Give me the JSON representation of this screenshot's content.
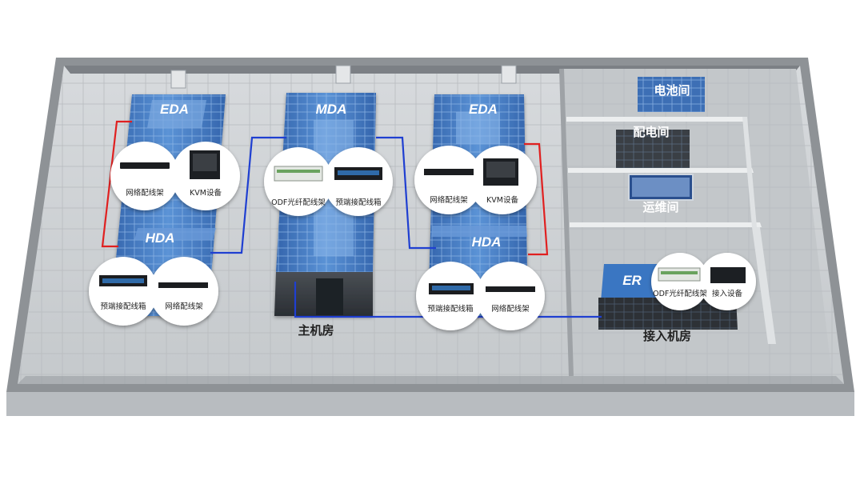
{
  "zones": {
    "eda_left": "EDA",
    "hda_left": "HDA",
    "mda": "MDA",
    "eda_right": "EDA",
    "hda_right": "HDA",
    "er": "ER"
  },
  "rooms": {
    "main_room": "主机房",
    "access_room": "接入机房",
    "battery_room": "电池间",
    "power_room": "配电间",
    "ops_room": "运维间"
  },
  "devices": {
    "eda_left": [
      "网络配线架",
      "KVM设备"
    ],
    "hda_left": [
      "预端接配线箱",
      "网络配线架"
    ],
    "mda": [
      "ODF光纤配线架",
      "预端接配线箱"
    ],
    "eda_right": [
      "网络配线架",
      "KVM设备"
    ],
    "hda_right": [
      "预端接配线箱",
      "网络配线架"
    ],
    "er": [
      "ODF光纤配线架",
      "接入设备"
    ]
  },
  "colors": {
    "cable_blue": "#1f3fd1",
    "cable_red": "#e02020",
    "rack_blue": "#3f78c4",
    "floor": "#cfd3d6",
    "wall": "#a9adb1"
  }
}
